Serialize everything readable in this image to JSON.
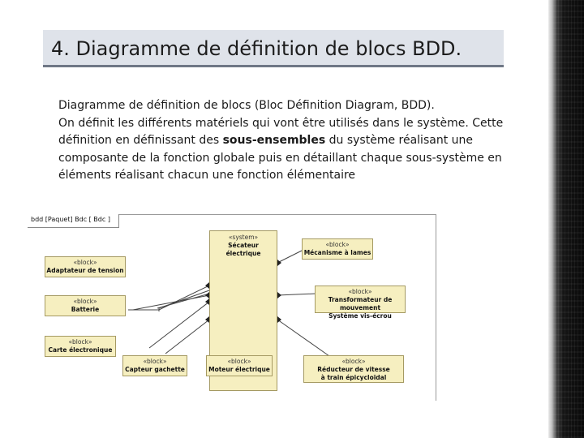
{
  "slide": {
    "title": "4. Diagramme de définition de blocs BDD.",
    "paragraph": {
      "line1": "Diagramme de définition de blocs (Bloc Définition Diagram, BDD).",
      "line2_before": "On définit les différents matériels qui vont être utilisés dans le système. Cette définition en définissant des ",
      "line2_bold": "sous-ensembles",
      "line2_after": " du système réalisant une composante de la fonction globale puis en détaillant chaque sous-système en éléments réalisant chacun une fonction élémentaire"
    }
  },
  "diagram": {
    "frame_label": "bdd [Paquet] Bdc [ Bdc ]",
    "system": {
      "stereotype": "«system»",
      "name": "Sécateur électrique"
    },
    "blocks": [
      {
        "stereotype": "«block»",
        "name": "Adaptateur de tension"
      },
      {
        "stereotype": "«block»",
        "name": "Batterie"
      },
      {
        "stereotype": "«block»",
        "name": "Carte électronique"
      },
      {
        "stereotype": "«block»",
        "name": "Capteur gachette"
      },
      {
        "stereotype": "«block»",
        "name": "Moteur électrique"
      },
      {
        "stereotype": "«block»",
        "name": "Mécanisme à lames"
      },
      {
        "stereotype": "«block»",
        "name": "Transformateur de mouvement",
        "name2": "Système vis-écrou"
      },
      {
        "stereotype": "«block»",
        "name": "Réducteur de vitesse",
        "name2": "à train épicycloïdal"
      }
    ],
    "colors": {
      "block_fill": "#f6efc0",
      "block_border": "#a59a63",
      "title_bar": "#dfe3ea"
    }
  }
}
